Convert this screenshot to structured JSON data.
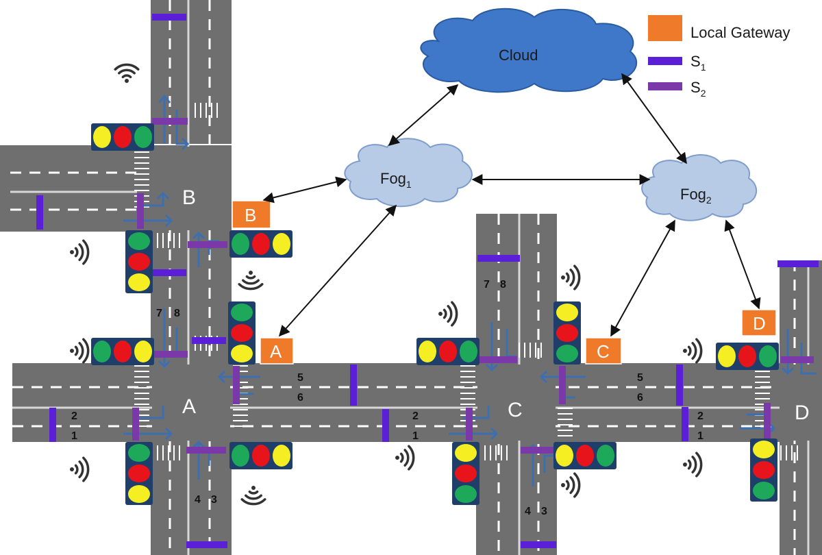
{
  "nodes": {
    "cloud": "Cloud",
    "fog1": {
      "base": "Fog",
      "sub": "1"
    },
    "fog2": {
      "base": "Fog",
      "sub": "2"
    }
  },
  "legend": {
    "gateway": "Local Gateway",
    "s1": {
      "base": "S",
      "sub": "1"
    },
    "s2": {
      "base": "S",
      "sub": "2"
    }
  },
  "intersections": {
    "a": "A",
    "b": "B",
    "c": "C",
    "d": "D"
  },
  "gateways": {
    "a": "A",
    "b": "B",
    "c": "C",
    "d": "D"
  },
  "lanes": {
    "l1": "1",
    "l2": "2",
    "l3": "3",
    "l4": "4",
    "l5": "5",
    "l6": "6",
    "l7": "7",
    "l8": "8"
  },
  "colors": {
    "gateway": "#ee7a2a",
    "s1": "#5a1fd6",
    "s2": "#7a38a8",
    "cloud": "#3f78c8",
    "fog": "#b7cbe6",
    "road": "#6f6f6f",
    "light_green": "#1ea85a",
    "light_red": "#e8141c",
    "light_yellow": "#f4ee22"
  },
  "icons": [
    "wifi-signal-icon",
    "traffic-light-icon",
    "lane-arrow-icon"
  ]
}
